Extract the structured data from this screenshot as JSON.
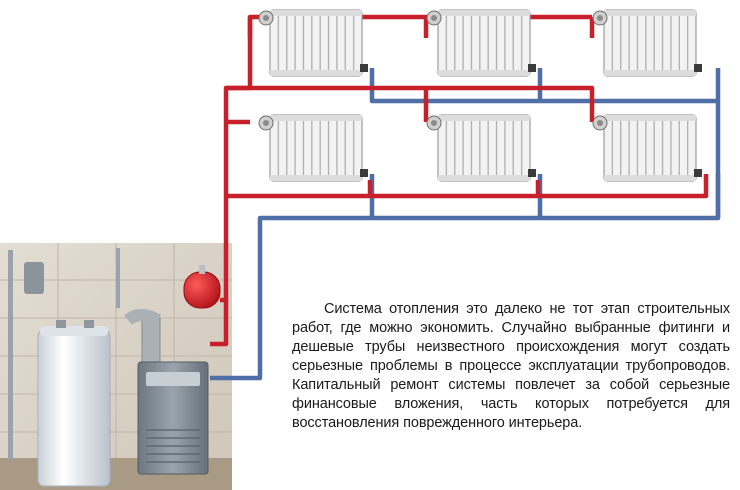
{
  "caption": {
    "text": "Система отопления это далеко не тот этап строительных работ, где можно экономить. Случайно выбранные фитинги и дешевые трубы неизвестного происхождения могут создать серьезные проблемы в процессе эксплуатации трубопроводов. Капитальный ремонт системы повлечет за собой серьезные финансовые вложения, часть которых потребуется для восстановления поврежденного интерьера."
  },
  "colors": {
    "supply_pipe": "#c8202a",
    "return_pipe": "#4f6fa6",
    "radiator": "#f2f2f2",
    "expansion_tank": "#d81f26",
    "boiler": "#7f8a94",
    "water_heater": "#eef1f4"
  },
  "icons": {
    "radiator": "radiator-icon",
    "valve": "thermostatic-valve-icon",
    "tank": "expansion-tank-icon",
    "boiler": "gas-boiler-icon",
    "heater": "water-heater-icon"
  },
  "radiators_per_floor": 3,
  "floors": 2
}
